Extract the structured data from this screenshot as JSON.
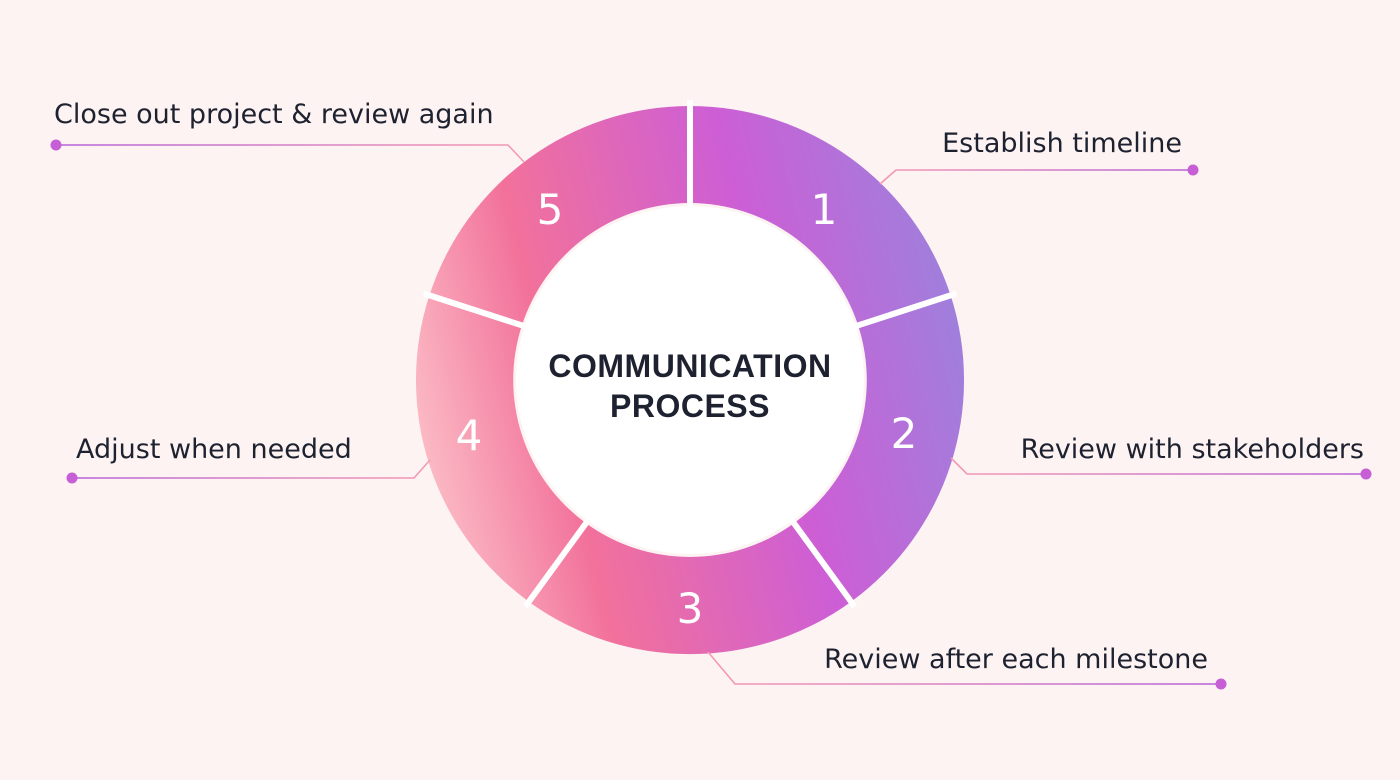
{
  "center": {
    "line1": "COMMUNICATION",
    "line2": "PROCESS"
  },
  "steps": [
    {
      "number": "1",
      "label": "Establish timeline"
    },
    {
      "number": "2",
      "label": "Review with stakeholders"
    },
    {
      "number": "3",
      "label": "Review after each milestone"
    },
    {
      "number": "4",
      "label": "Adjust when needed"
    },
    {
      "number": "5",
      "label": "Close out project & review again"
    }
  ],
  "colors": {
    "background": "#fdf3f2",
    "pink_light": "#f9b3c0",
    "pink": "#f16e9c",
    "magenta": "#cf5fd3",
    "lavender": "#a27ddd",
    "text": "#1e2230",
    "dot": "#c65fd5"
  }
}
